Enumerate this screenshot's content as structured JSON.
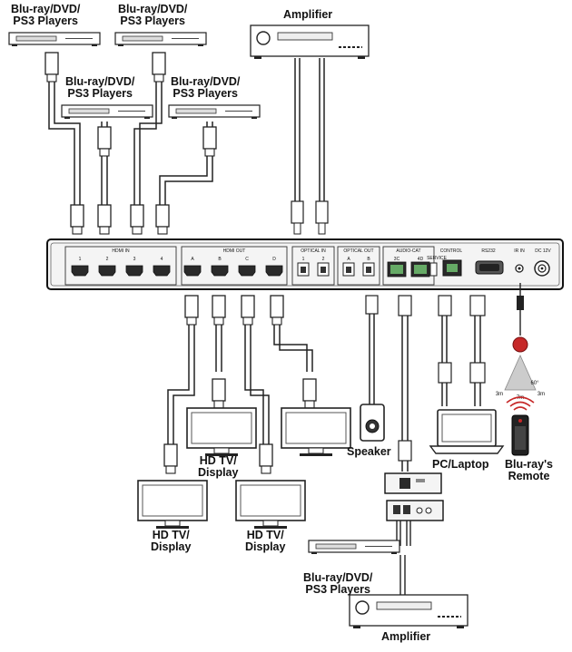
{
  "labels": {
    "player_top_left": [
      "Blu-ray/DVD/",
      "PS3  Players"
    ],
    "player_top_mid": [
      "Blu-ray/DVD/",
      "PS3  Players"
    ],
    "player_second_left": [
      "Blu-ray/DVD/",
      "PS3  Players"
    ],
    "player_second_right": [
      "Blu-ray/DVD/",
      "PS3  Players"
    ],
    "amplifier_top": "Amplifier",
    "hdtv_mid": [
      "HD TV/",
      "Display"
    ],
    "hdtv_bottom_left": [
      "HD TV/",
      "Display"
    ],
    "hdtv_bottom_right": [
      "HD TV/",
      "Display"
    ],
    "speaker": "Speaker",
    "pc_laptop": "PC/Laptop",
    "remote": [
      "Blu-ray's",
      "Remote"
    ],
    "player_bottom": [
      "Blu-ray/DVD/",
      "PS3  Players"
    ],
    "amplifier_bottom": "Amplifier"
  },
  "panel": {
    "hdmi_in": "HDMI IN",
    "hdmi_in_ports": [
      "1",
      "2",
      "3",
      "4"
    ],
    "hdmi_out": "HDMI OUT",
    "hdmi_out_ports": [
      "A",
      "B",
      "C",
      "D"
    ],
    "optical_in": "OPTICAL IN",
    "optical_in_ports": [
      "1",
      "2"
    ],
    "optical_out": "OPTICAL OUT",
    "optical_out_ports": [
      "A",
      "B"
    ],
    "audio_cat": "AUDIO-CAT",
    "audio_cat_ports": [
      "3C",
      "4D"
    ],
    "control": "CONTROL",
    "service": "SERVICE",
    "rs232": "RS232",
    "ir_in": "IR IN",
    "dc": "DC 12V"
  },
  "ir_sensor": {
    "angle": "60°",
    "distances": [
      "3m",
      "7m",
      "3m"
    ]
  },
  "colors": {
    "line": "#222222",
    "device_fill": "#ffffff",
    "panel_fill": "#f4f4f4",
    "port_fill": "#2a2a2a",
    "ir_red": "#c62828"
  }
}
